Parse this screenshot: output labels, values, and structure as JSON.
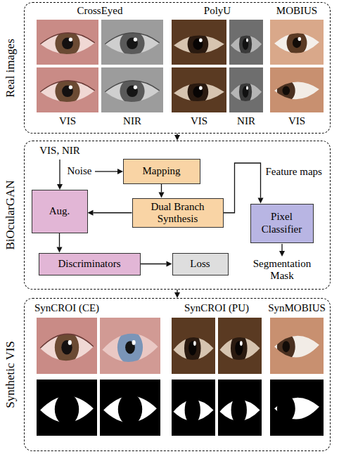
{
  "diagram": {
    "nodes": [
      {
        "text": [
          "Real images"
        ]
      },
      {
        "text": [
          "BiOcularGAN"
        ]
      },
      {
        "text": [
          "Mapping"
        ],
        "in": 1
      },
      {
        "text": [
          "Dual Branch Synthesis"
        ],
        "in": 1
      },
      {
        "text": [
          "Aug."
        ],
        "in": 1
      },
      {
        "text": [
          "Pixel Classifier"
        ],
        "in": 1
      },
      {
        "text": [
          "Discriminators"
        ],
        "in": 1
      },
      {
        "text": [
          "Loss"
        ],
        "in": 1
      },
      {
        "text": [
          "Synthetic VIS"
        ]
      }
    ],
    "edges": [
      {
        "from": 0,
        "to": 1,
        "arrow": "to"
      },
      {
        "from": 1,
        "to": 8,
        "arrow": "to"
      },
      {
        "from": 2,
        "to": 3,
        "arrow": "to"
      },
      {
        "from": 3,
        "to": 4,
        "arrow": "to"
      },
      {
        "from": 3,
        "to": 5,
        "label": "Feature maps",
        "arrow": "to"
      },
      {
        "from": 4,
        "to": 6,
        "arrow": "to"
      },
      {
        "from": 6,
        "to": 7,
        "arrow": "to"
      }
    ],
    "labels": [
      "CrossEyed",
      "PolyU",
      "MOBIUS",
      "VIS",
      "NIR",
      "VIS",
      "NIR",
      "VIS",
      "VIS, NIR",
      "Noise",
      "Segmentation Mask",
      "SynCROI (CE)",
      "SynCROI (PU)",
      "SynMOBIUS"
    ]
  }
}
